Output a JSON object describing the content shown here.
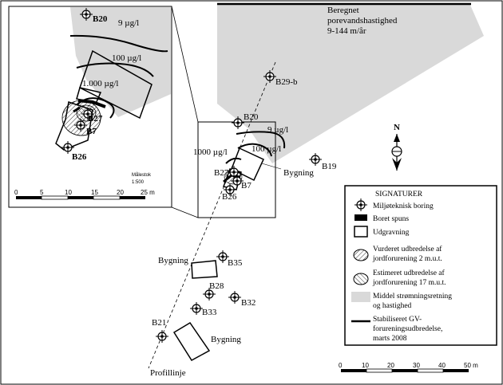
{
  "colors": {
    "gray_zone": "#d9d9d9",
    "line": "#000000",
    "background": "#ffffff"
  },
  "gradient_label": {
    "line1": "Beregnet",
    "line2": "porevandshastighed",
    "line3": "9-144 m/år"
  },
  "inset": {
    "scale_title": "Målestok",
    "scale_ratio": "1:500",
    "scale_ticks": [
      "0",
      "5",
      "10",
      "15",
      "20",
      "25 m"
    ],
    "contours": [
      "9 µg/l",
      "100 µg/l",
      "1.000 µg/l"
    ],
    "borings": [
      "B20",
      "B27",
      "B7",
      "B26"
    ]
  },
  "main": {
    "contours": [
      "9 µg/l",
      "100 µg/l",
      "1000 µg/l"
    ],
    "borings": [
      "B29-b",
      "B20",
      "B19",
      "B27",
      "B7",
      "B26",
      "B35",
      "B28",
      "B32",
      "B33",
      "B21"
    ],
    "buildings": [
      "Bygning",
      "Bygning",
      "Bygning"
    ],
    "profile_label": "Profillinje",
    "north": "N",
    "scale_ticks": [
      "0",
      "10",
      "20",
      "30",
      "40",
      "50 m"
    ]
  },
  "legend": {
    "title": "SIGNATURER",
    "items": [
      "Miljøteknisk boring",
      "Boret spuns",
      "Udgravning",
      "Vurderet udbredelse af",
      "jordforurening 2 m.u.t.",
      "Estimeret udbredelse af",
      "jordforurening 17 m.u.t.",
      "Middel strømningsretning",
      "og hastighed",
      "Stabiliseret GV-",
      "forureningsudbredelse,",
      "marts 2008"
    ]
  }
}
